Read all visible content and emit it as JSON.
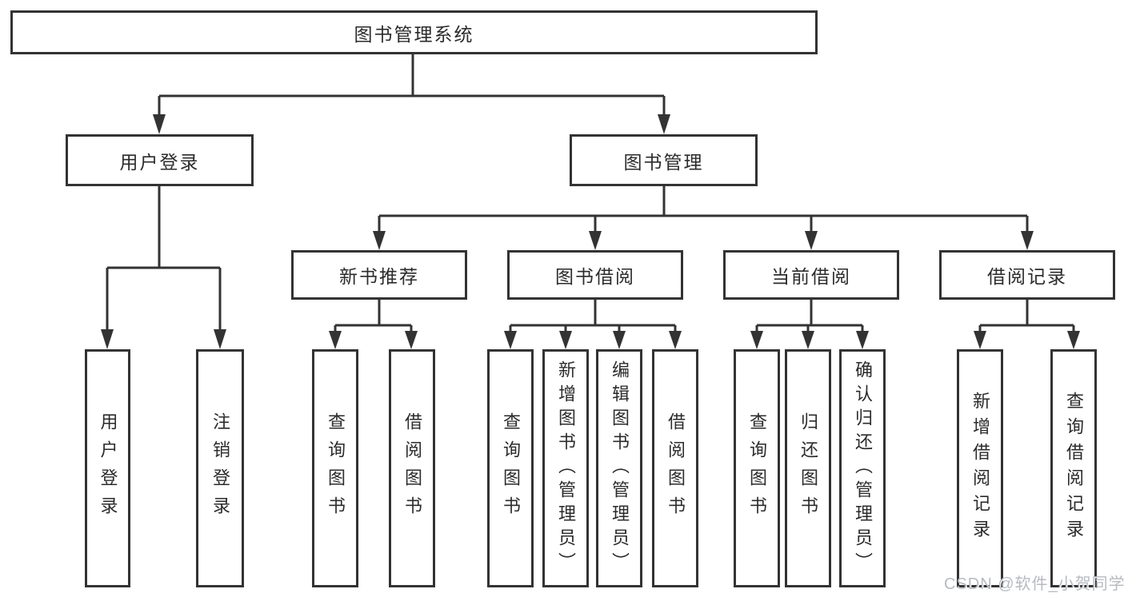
{
  "tree": {
    "label": "图书管理系统",
    "children": [
      {
        "label": "用户登录",
        "children": [
          {
            "label": "用户登录"
          },
          {
            "label": "注销登录"
          }
        ]
      },
      {
        "label": "图书管理",
        "children": [
          {
            "label": "新书推荐",
            "children": [
              {
                "label": "查询图书"
              },
              {
                "label": "借阅图书"
              }
            ]
          },
          {
            "label": "图书借阅",
            "children": [
              {
                "label": "查询图书"
              },
              {
                "label": "新增图书（管理员）"
              },
              {
                "label": "编辑图书（管理员）"
              },
              {
                "label": "借阅图书"
              }
            ]
          },
          {
            "label": "当前借阅",
            "children": [
              {
                "label": "查询图书"
              },
              {
                "label": "归还图书"
              },
              {
                "label": "确认归还（管理员）"
              }
            ]
          },
          {
            "label": "借阅记录",
            "children": [
              {
                "label": "新增借阅记录"
              },
              {
                "label": "查询借阅记录"
              }
            ]
          }
        ]
      }
    ]
  },
  "watermark": "CSDN @软件_小贺同学",
  "colors": {
    "line": "#333333",
    "box_border": "#333333",
    "text": "#2b2b2b",
    "watermark": "#b7bbc0",
    "background": "#ffffff"
  }
}
